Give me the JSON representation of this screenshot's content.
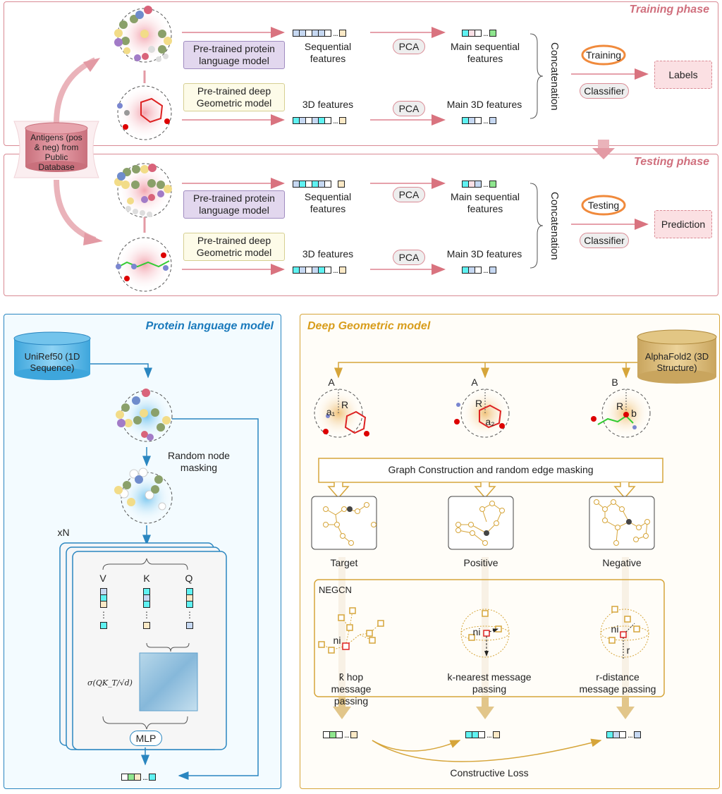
{
  "training": {
    "title": "Training phase",
    "plm_label": "Pre-trained protein language model",
    "geo_label": "Pre-trained deep Geometric model",
    "seq_features": "Sequential features",
    "features_3d": "3D features",
    "pca": "PCA",
    "main_seq": "Main sequential features",
    "main_3d": "Main 3D features",
    "concat": "Concatenation",
    "cycle": "Training",
    "classifier": "Classifier",
    "result": "Labels",
    "seq_vec": [
      "#c6d8f2",
      "#c6d8f2",
      "#ffffff",
      "#c6d8f2",
      "#c6d8f2",
      "#ffffff"
    ],
    "seq_vec_last": "#fbe9c6",
    "vec3d": [
      "#5ff2f2",
      "#c6d8f2",
      "#ffffff",
      "#c6d8f2",
      "#5ff2f2",
      "#ffffff"
    ],
    "vec3d_last": "#fbe9c6",
    "main_seq_vec": [
      "#5ff2f2",
      "#fbe0e6",
      "#ffffff"
    ],
    "main_seq_last": "#8fe68f",
    "main_3d_vec": [
      "#5ff2f2",
      "#c6d8f2",
      "#ffffff"
    ],
    "main_3d_last": "#c6d8f2"
  },
  "testing": {
    "title": "Testing phase",
    "plm_label": "Pre-trained protein language model",
    "geo_label": "Pre-trained deep Geometric model",
    "seq_features": "Sequential features",
    "features_3d": "3D features",
    "pca": "PCA",
    "main_seq": "Main sequential features",
    "main_3d": "Main 3D features",
    "concat": "Concatenation",
    "cycle": "Testing",
    "classifier": "Classifier",
    "result": "Prediction",
    "seq_vec": [
      "#c6d8f2",
      "#5ff2f2",
      "#ffffff",
      "#5ff2f2",
      "#c6d8f2",
      "#ffffff"
    ],
    "seq_vec_last": "#fbe9c6",
    "vec3d": [
      "#5ff2f2",
      "#c6d8f2",
      "#ffffff",
      "#c6d8f2",
      "#5ff2f2",
      "#ffffff"
    ],
    "vec3d_last": "#fbe9c6",
    "main_seq_vec": [
      "#5ff2f2",
      "#fbe0e6",
      "#c6d8f2"
    ],
    "main_seq_last": "#8fe68f",
    "main_3d_vec": [
      "#5ff2f2",
      "#c6d8f2",
      "#ffffff"
    ],
    "main_3d_last": "#c6d8f2"
  },
  "database": {
    "label": "Antigens (pos & neg) from Public Database"
  },
  "plm": {
    "title": "Protein language model",
    "db_label": "UniRef50 (1D Sequence)",
    "masking": "Random node masking",
    "repeat": "xN",
    "v": "V",
    "k": "K",
    "q": "Q",
    "formula": "σ(QK_T/√d)",
    "mlp": "MLP",
    "v_vec": [
      "#c6d8f2",
      "#5ff2f2",
      "#fbe9c6"
    ],
    "v_last": "#5ff2f2",
    "k_vec": [
      "#5ff2f2",
      "#c6d8f2",
      "#5ff2f2"
    ],
    "k_last": "#fbe9c6",
    "q_vec": [
      "#5ff2f2",
      "#fbe9c6",
      "#5ff2f2"
    ],
    "q_last": "#c6d8f2",
    "out_vec": [
      "#ffffff",
      "#8fe68f",
      "#fbe9c6"
    ],
    "out_last": "#5ff2f2"
  },
  "dgm": {
    "title": "Deep Geometric model",
    "db_label": "AlphaFold2 (3D Structure)",
    "mol_labels": [
      "A",
      "A",
      "B"
    ],
    "radius": "R",
    "atom_labels": [
      "a₁",
      "a₂",
      "b"
    ],
    "graph_step": "Graph Construction and random edge masking",
    "graph_labels": [
      "Target",
      "Positive",
      "Negative"
    ],
    "negcn": "NEGCN",
    "node": "ni",
    "r": "r",
    "mp_labels": [
      "k̂ hop message passing",
      "k-nearest message passing",
      "r-distance message passing"
    ],
    "out_vecs": [
      {
        "cells": [
          "#ffffff",
          "#8fe68f",
          "#ffffff"
        ],
        "last": "#fbe9c6"
      },
      {
        "cells": [
          "#5ff2f2",
          "#5ff2f2",
          "#ffffff"
        ],
        "last": "#fbe9c6"
      },
      {
        "cells": [
          "#5ff2f2",
          "#c6d8f2",
          "#ffffff"
        ],
        "last": "#c6d8f2"
      }
    ],
    "loss": "Constructive Loss"
  },
  "colors": {
    "pink": "#d98a94",
    "blue": "#2a86c0",
    "gold": "#d6a53a"
  }
}
